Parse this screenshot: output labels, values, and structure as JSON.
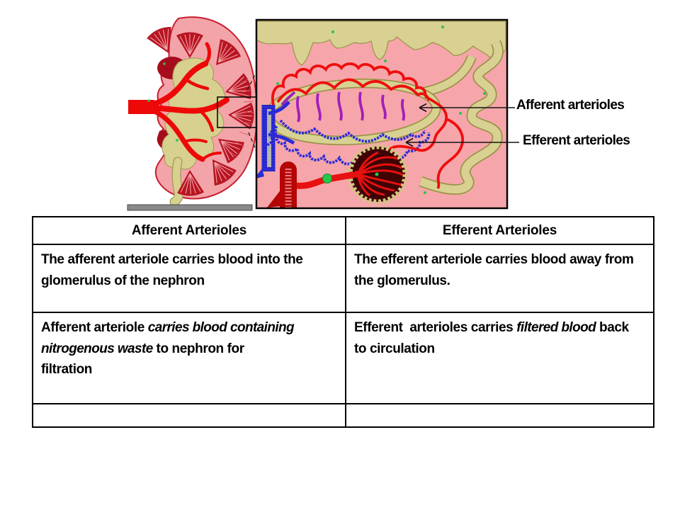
{
  "labels": {
    "afferent_arterioles": "Afferent arterioles",
    "efferent_arterioles": "Efferent arterioles"
  },
  "table": {
    "headers": [
      "Afferent Arterioles",
      "Efferent Arterioles"
    ],
    "row1": {
      "afferent": "The afferent arteriole carries blood into the glomerulus of the nephron",
      "efferent": "The efferent arteriole carries blood away from the glomerulus."
    },
    "row2": {
      "afferent_pre": "Afferent arteriole ",
      "afferent_italic": "carries blood containing nitrogenous waste",
      "afferent_post": " to nephron for\nfiltration",
      "efferent_pre": "Efferent  arterioles carries ",
      "efferent_italic": "filtered blood",
      "efferent_post": " back to circulation"
    },
    "row3": {
      "afferent": "",
      "efferent": ""
    }
  },
  "figures": {
    "kidney": "kidney cross-section with renal artery, pyramids and ureter",
    "nephron": "nephron close-up with glomerulus, afferent and efferent arterioles, peritubular capillaries"
  },
  "colors": {
    "cortex_pink": "#f3a4a9",
    "box_pink": "#f6a6aa",
    "tubule_khaki": "#d8d192",
    "tubule_outline": "#9a9348",
    "artery_red": "#ee0e0e",
    "dark_artery_red": "#b50505",
    "pyramid_red": "#b81522",
    "vein_blue": "#2b2bd6",
    "transition_purple": "#a21fbb",
    "glomerulus_maroon": "#3f0303",
    "capsule_khaki": "#cfc67e",
    "green_dot": "#25c94a",
    "gray_bar": "#8a8a8a",
    "text_black": "#000000"
  }
}
